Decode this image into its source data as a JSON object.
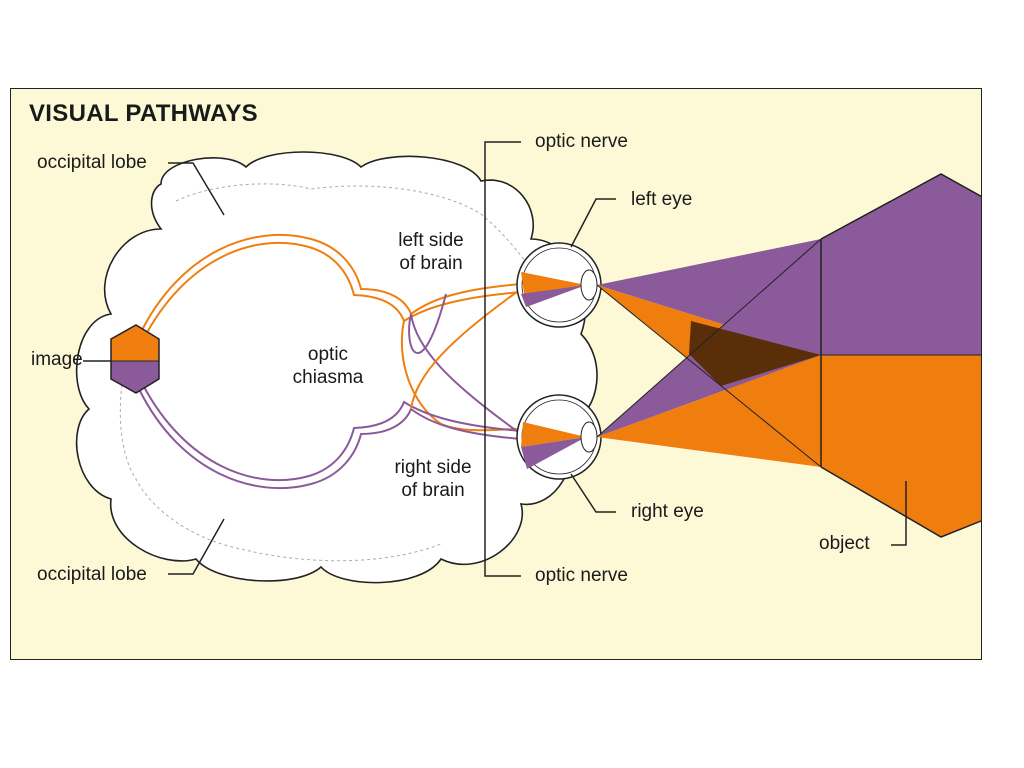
{
  "title": "VISUAL PATHWAYS",
  "labels": {
    "occipital_lobe_top": "occipital lobe",
    "occipital_lobe_bottom": "occipital lobe",
    "image": "image",
    "optic_chiasma_line1": "optic",
    "optic_chiasma_line2": "chiasma",
    "left_side_line1": "left side",
    "left_side_line2": "of brain",
    "right_side_line1": "right side",
    "right_side_line2": "of brain",
    "optic_nerve_top": "optic nerve",
    "optic_nerve_bottom": "optic nerve",
    "left_eye": "left eye",
    "right_eye": "right eye",
    "object": "object"
  },
  "colors": {
    "background": "#fdf9d6",
    "purple": "#8a5a9a",
    "orange": "#f07e0f",
    "overlap": "#5a2e08",
    "outline": "#222222"
  }
}
